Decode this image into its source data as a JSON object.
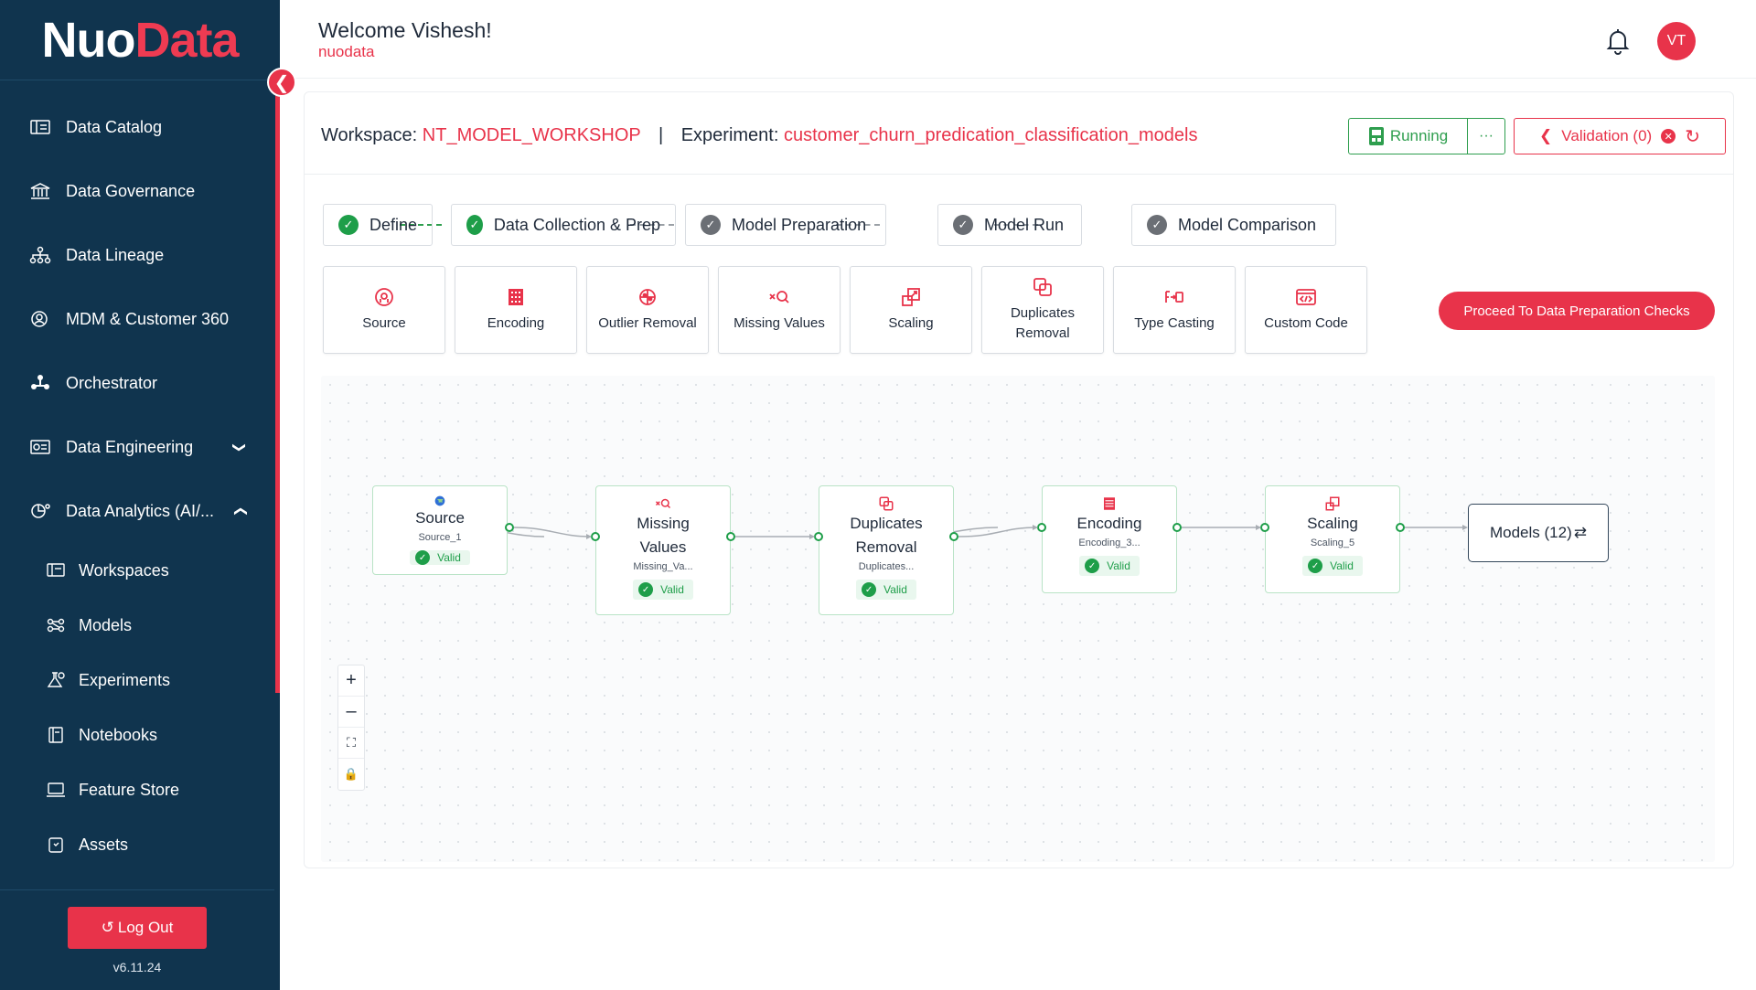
{
  "brand": {
    "part1": "Nuo",
    "part2": "Data",
    "accent": "#e8334a",
    "sidebar_bg": "#10344e"
  },
  "sidebar": {
    "items": [
      {
        "label": "Data Catalog",
        "icon": "catalog-icon"
      },
      {
        "label": "Data Governance",
        "icon": "bank-icon"
      },
      {
        "label": "Data Lineage",
        "icon": "hierarchy-icon"
      },
      {
        "label": "MDM & Customer 360",
        "icon": "customer-icon"
      },
      {
        "label": "Orchestrator",
        "icon": "orchestrator-icon"
      },
      {
        "label": "Data Engineering",
        "icon": "engineering-icon",
        "chevron": "down"
      },
      {
        "label": "Data Analytics (AI/...",
        "icon": "analytics-icon",
        "chevron": "up"
      }
    ],
    "subitems": [
      {
        "label": "Workspaces",
        "icon": "workspace-icon"
      },
      {
        "label": "Models",
        "icon": "models-icon"
      },
      {
        "label": "Experiments",
        "icon": "experiments-icon"
      },
      {
        "label": "Notebooks",
        "icon": "notebook-icon"
      },
      {
        "label": "Feature Store",
        "icon": "feature-store-icon"
      },
      {
        "label": "Assets",
        "icon": "assets-icon"
      }
    ],
    "logout_label": "Log Out",
    "version": "v6.11.24"
  },
  "header": {
    "welcome": "Welcome Vishesh!",
    "org": "nuodata",
    "avatar_initials": "VT"
  },
  "workspace": {
    "workspace_label": "Workspace:",
    "workspace_value": "NT_MODEL_WORKSHOP",
    "separator": "|",
    "experiment_label": "Experiment:",
    "experiment_value": "customer_churn_predication_classification_models",
    "status_label": "Running",
    "more_label": "···",
    "validation_label": "Validation (0)"
  },
  "steps": [
    {
      "label": "Define",
      "state": "done"
    },
    {
      "label": "Data Collection & Prep",
      "state": "done"
    },
    {
      "label": "Model Preparation",
      "state": "pending"
    },
    {
      "label": "Model Run",
      "state": "pending"
    },
    {
      "label": "Model Comparison",
      "state": "pending"
    }
  ],
  "tools": [
    {
      "label": "Source"
    },
    {
      "label": "Encoding"
    },
    {
      "label": "Outlier Removal"
    },
    {
      "label": "Missing Values"
    },
    {
      "label": "Scaling"
    },
    {
      "label": "Duplicates Removal"
    },
    {
      "label": "Type Casting"
    },
    {
      "label": "Custom Code"
    }
  ],
  "proceed_label": "Proceed To Data Preparation Checks",
  "pipeline": {
    "nodes": [
      {
        "title": "Source",
        "sub": "Source_1",
        "status": "Valid"
      },
      {
        "title": "Missing Values",
        "sub": "Missing_Va...",
        "status": "Valid"
      },
      {
        "title": "Duplicates Removal",
        "sub": "Duplicates...",
        "status": "Valid"
      },
      {
        "title": "Encoding",
        "sub": "Encoding_3...",
        "status": "Valid"
      },
      {
        "title": "Scaling",
        "sub": "Scaling_5",
        "status": "Valid"
      }
    ],
    "models_label": "Models (12)"
  },
  "zoom_controls": {
    "zoom_in": "+",
    "zoom_out": "–",
    "fit": "⛶",
    "lock": "🔒"
  }
}
